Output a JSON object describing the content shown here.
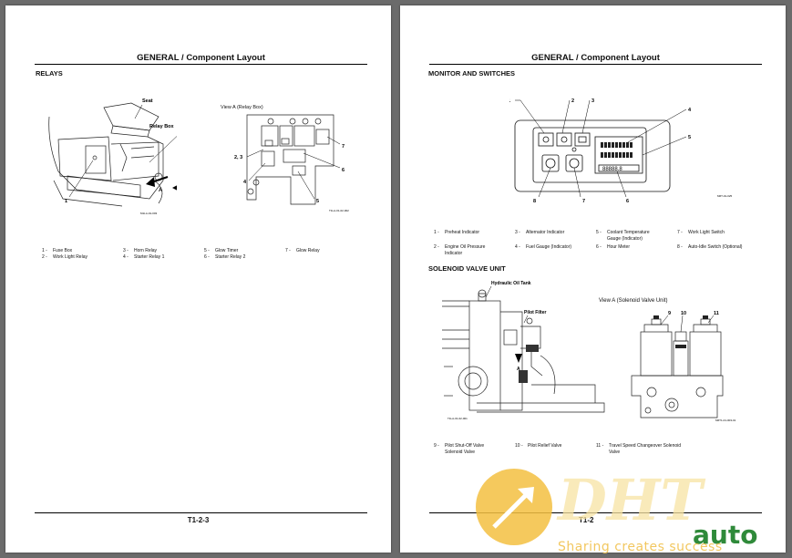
{
  "left": {
    "header": "GENERAL / Component Layout",
    "section": "RELAYS",
    "fig_labels": {
      "seat": "Seat",
      "relay_box": "Relay Box",
      "view": "View A (Relay Box)",
      "arrow": "A",
      "n1": "1",
      "n23": "2, 3",
      "n4": "4",
      "n5": "5",
      "n6": "6",
      "n7": "7",
      "code1": "M1LA-01-003",
      "code2": "T1LA-01-02-002"
    },
    "legend": [
      [
        {
          "n": "1 -",
          "t": "Fuse Box"
        },
        {
          "n": "3 -",
          "t": "Horn Relay"
        },
        {
          "n": "5 -",
          "t": "Glow Timer"
        },
        {
          "n": "7 -",
          "t": "Glow Relay"
        }
      ],
      [
        {
          "n": "2 -",
          "t": "Work Light Relay"
        },
        {
          "n": "4 -",
          "t": "Starter Relay 1"
        },
        {
          "n": "6 -",
          "t": "Starter Relay 2"
        },
        {
          "n": "",
          "t": ""
        }
      ]
    ],
    "footer": "T1-2-3"
  },
  "right": {
    "header": "GENERAL / Component Layout",
    "section1": "MONITOR AND SWITCHES",
    "monitor_labels": {
      "n1": "1",
      "n2": "2",
      "n3": "3",
      "n4": "4",
      "n5": "5",
      "n6": "6",
      "n7": "7",
      "n8": "8",
      "display": "88888.8",
      "code": "M6T-01-025"
    },
    "legend1": [
      [
        {
          "n": "1 -",
          "t": "Preheat Indicator"
        },
        {
          "n": "3 -",
          "t": "Alternator Indicator"
        },
        {
          "n": "5 -",
          "t": "Coolant Temperature Gauge (Indicator)"
        },
        {
          "n": "7 -",
          "t": "Work Light Switch"
        }
      ],
      [
        {
          "n": "2 -",
          "t": "Engine Oil Pressure Indicator"
        },
        {
          "n": "4 -",
          "t": "Fuel Gauge (Indicator)"
        },
        {
          "n": "6 -",
          "t": "Hour Meter"
        },
        {
          "n": "8 -",
          "t": "Auto-Idle Switch (Optional)"
        }
      ]
    ],
    "section2": "SOLENOID VALVE UNIT",
    "valve_labels": {
      "tank": "Hydraulic Oil Tank",
      "filter": "Pilot Filter",
      "view": "View A (Solenoid Valve Unit)",
      "arrow": "A",
      "n9": "9",
      "n10": "10",
      "n11": "11",
      "code1": "T1LA-01-02-001",
      "code2": "M6T1-01-003-01"
    },
    "legend2": [
      {
        "n": "9 -",
        "t": "Pilot Shut-Off Valve Solenoid Valve"
      },
      {
        "n": "10 -",
        "t": "Pilot Relief Valve"
      },
      {
        "n": "11 -",
        "t": "Travel Speed Changeover Solenoid Valve"
      }
    ],
    "footer": "T1-2"
  },
  "watermark": {
    "logo": "DHT",
    "brand": "auto",
    "slogan": "Sharing creates success"
  }
}
